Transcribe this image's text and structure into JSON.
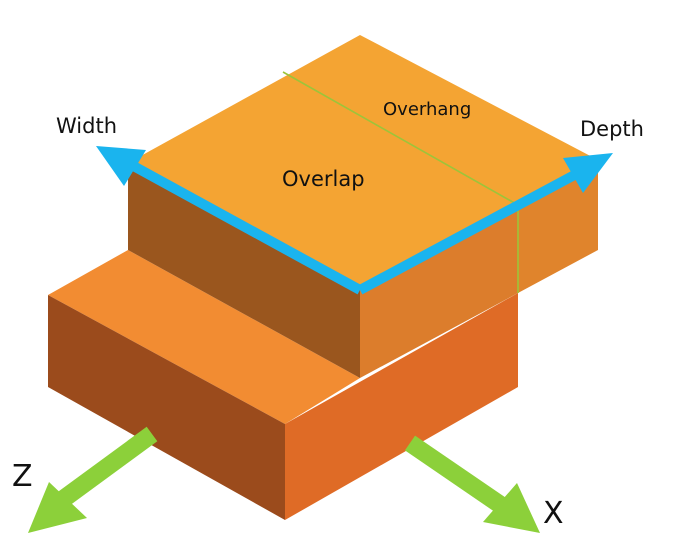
{
  "labels": {
    "width": "Width",
    "depth": "Depth",
    "overlap": "Overlap",
    "overhang": "Overhang",
    "z_axis": "Z",
    "x_axis": "X"
  },
  "colors": {
    "top_face": "#F4A433",
    "upper_left_face": "#9A561E",
    "upper_right_overlap_face": "#DC7D2C",
    "upper_right_overhang_face": "#E0842C",
    "lower_top_face": "#F28C32",
    "lower_left_face": "#9B4B1C",
    "lower_right_face": "#DF6B26",
    "dimension_arrow": "#1AB4EE",
    "axis_arrow": "#8CD03A",
    "boundary_line": "#9CC43A"
  }
}
